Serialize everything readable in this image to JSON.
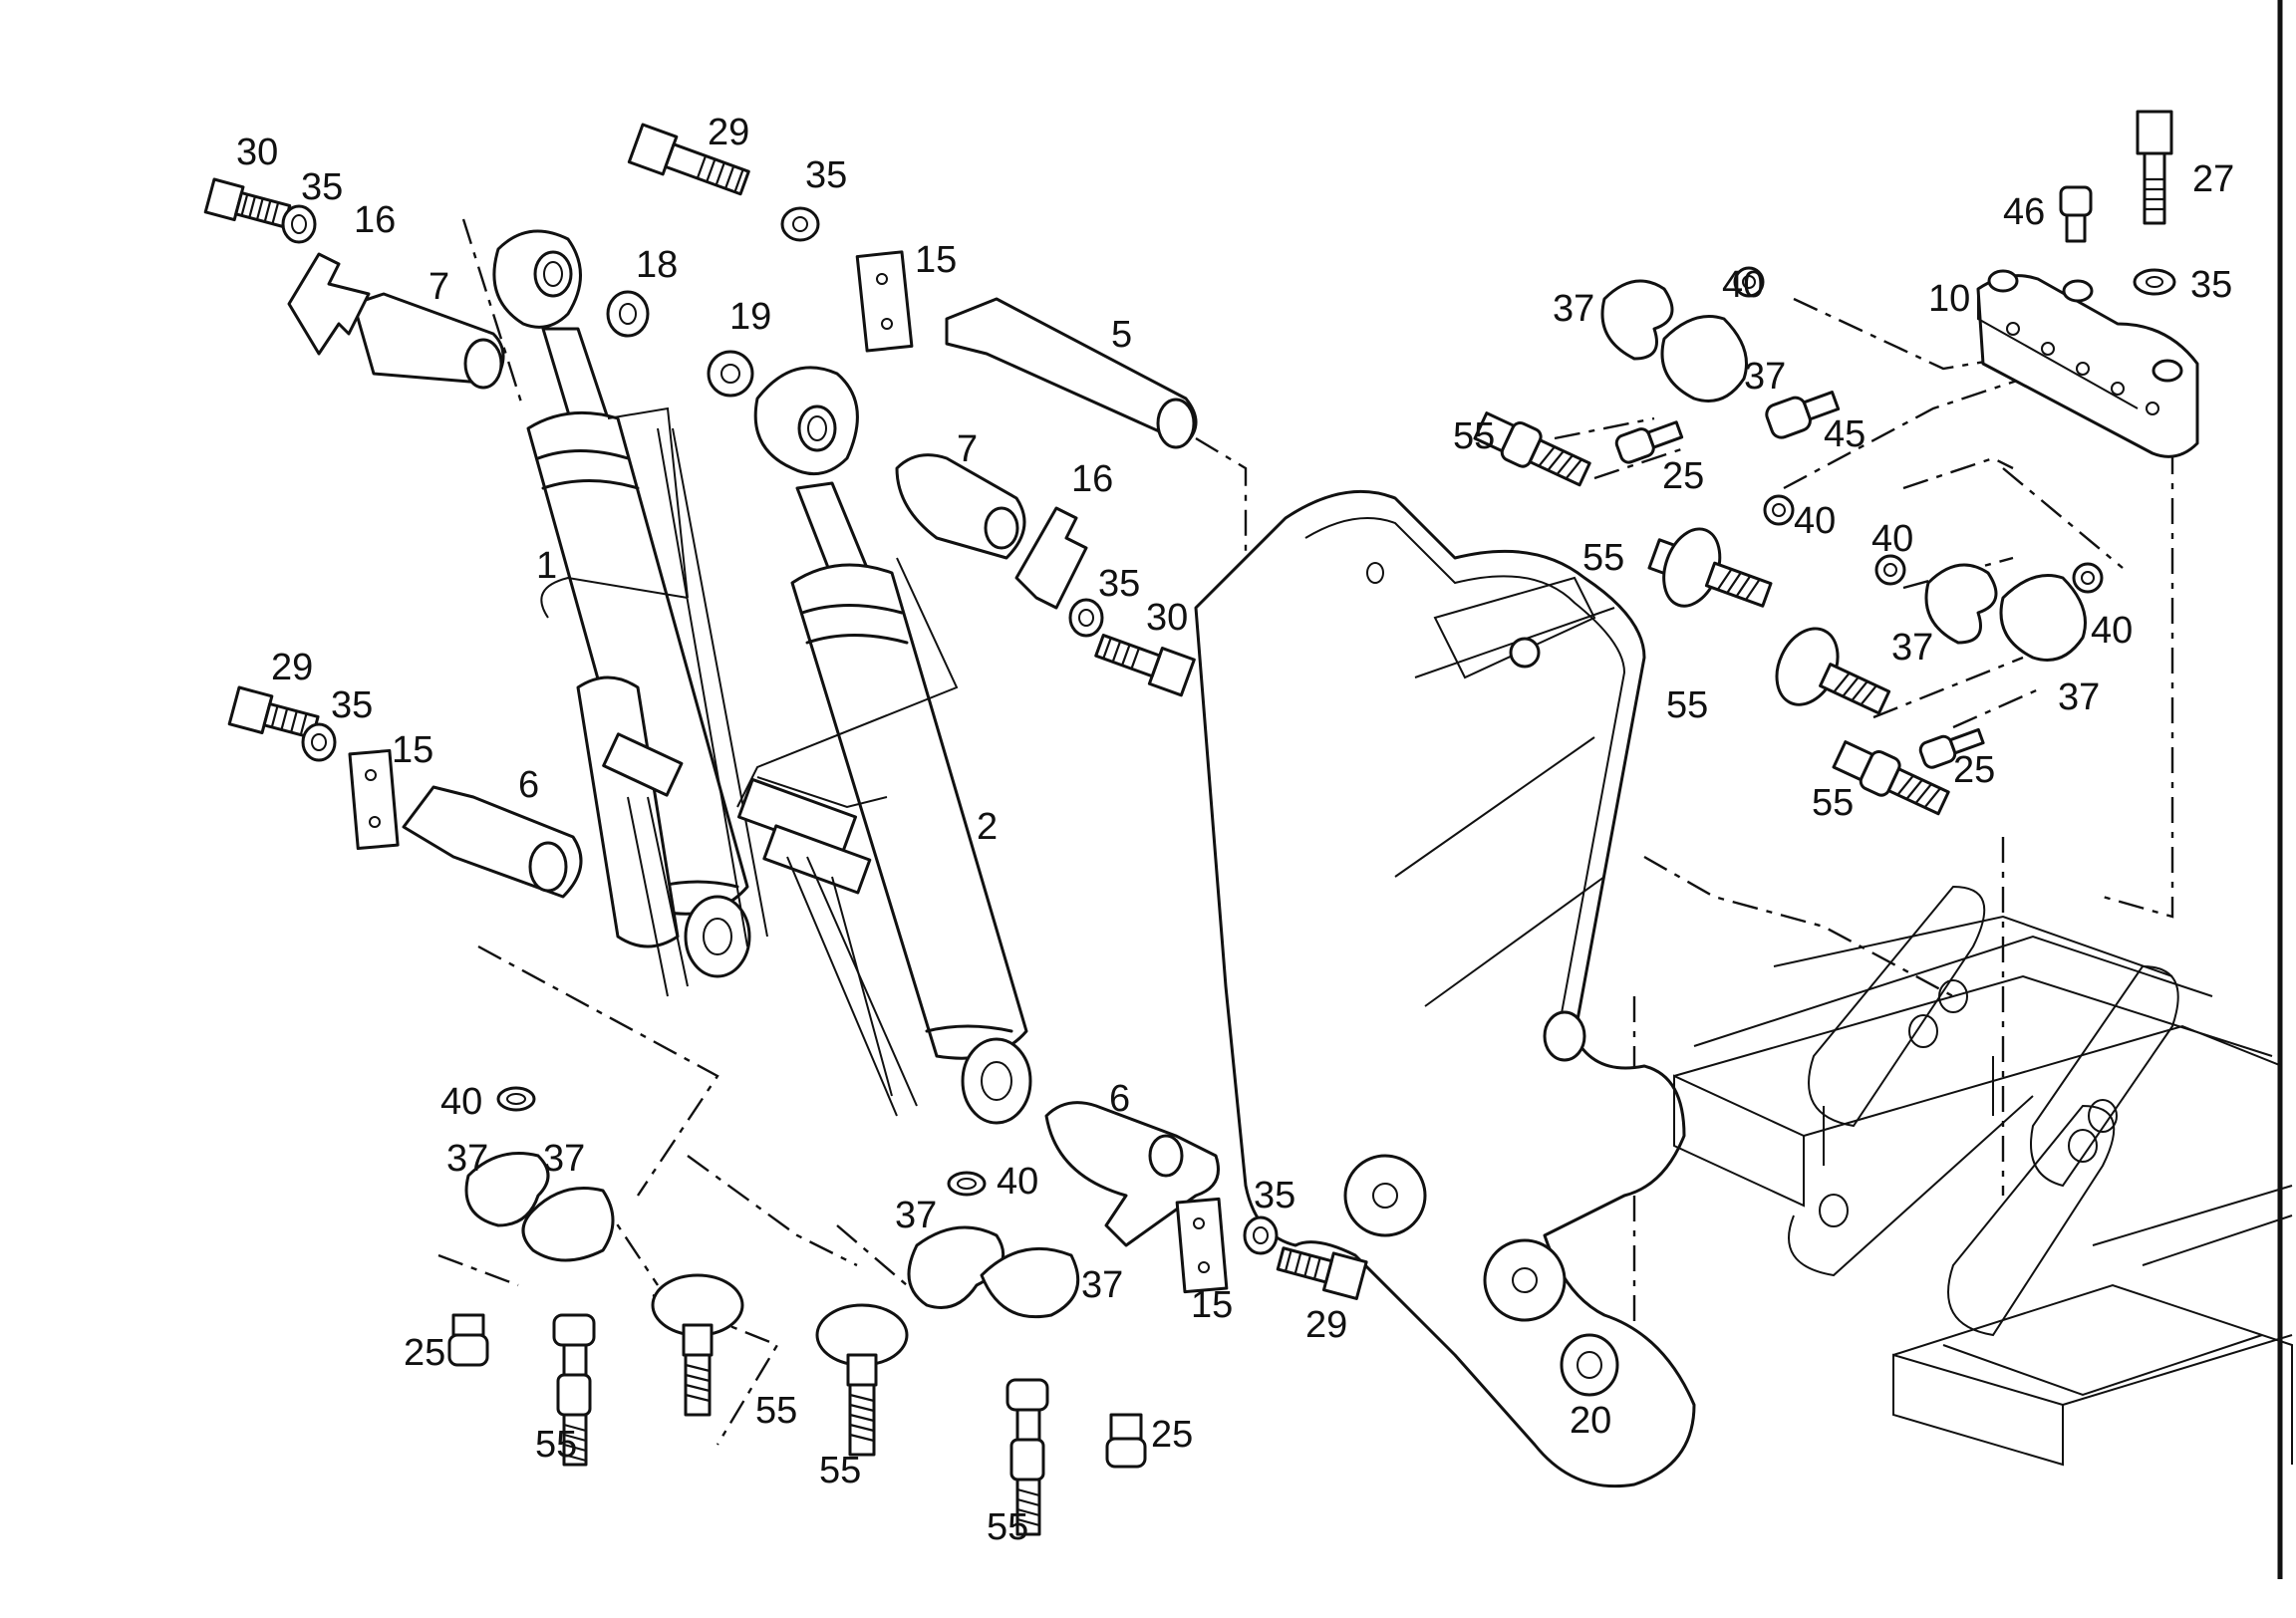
{
  "labels": [
    {
      "id": "l30a",
      "text": "30"
    },
    {
      "id": "l35a",
      "text": "35"
    },
    {
      "id": "l16a",
      "text": "16"
    },
    {
      "id": "l7a",
      "text": "7"
    },
    {
      "id": "l18",
      "text": "18"
    },
    {
      "id": "l29a",
      "text": "29"
    },
    {
      "id": "l35b",
      "text": "35"
    },
    {
      "id": "l15a",
      "text": "15"
    },
    {
      "id": "l19",
      "text": "19"
    },
    {
      "id": "l5",
      "text": "5"
    },
    {
      "id": "l7b",
      "text": "7"
    },
    {
      "id": "l16b",
      "text": "16"
    },
    {
      "id": "l35c",
      "text": "35"
    },
    {
      "id": "l30b",
      "text": "30"
    },
    {
      "id": "l1",
      "text": "1"
    },
    {
      "id": "l2",
      "text": "2"
    },
    {
      "id": "l29b",
      "text": "29"
    },
    {
      "id": "l35d",
      "text": "35"
    },
    {
      "id": "l15b",
      "text": "15"
    },
    {
      "id": "l6a",
      "text": "6"
    },
    {
      "id": "l40a",
      "text": "40"
    },
    {
      "id": "l37a",
      "text": "37"
    },
    {
      "id": "l37b",
      "text": "37"
    },
    {
      "id": "l25a",
      "text": "25"
    },
    {
      "id": "l55a",
      "text": "55"
    },
    {
      "id": "l55b",
      "text": "55"
    },
    {
      "id": "l6b",
      "text": "6"
    },
    {
      "id": "l40b",
      "text": "40"
    },
    {
      "id": "l37c",
      "text": "37"
    },
    {
      "id": "l37d",
      "text": "37"
    },
    {
      "id": "l55c",
      "text": "55"
    },
    {
      "id": "l55d",
      "text": "55"
    },
    {
      "id": "l25b",
      "text": "25"
    },
    {
      "id": "l35e",
      "text": "35"
    },
    {
      "id": "l15c",
      "text": "15"
    },
    {
      "id": "l29c",
      "text": "29"
    },
    {
      "id": "l20",
      "text": "20"
    },
    {
      "id": "l27",
      "text": "27"
    },
    {
      "id": "l46",
      "text": "46"
    },
    {
      "id": "l35f",
      "text": "35"
    },
    {
      "id": "l10",
      "text": "10"
    },
    {
      "id": "l40c",
      "text": "40"
    },
    {
      "id": "l37e",
      "text": "37"
    },
    {
      "id": "l37f",
      "text": "37"
    },
    {
      "id": "l55e",
      "text": "55"
    },
    {
      "id": "l25c",
      "text": "25"
    },
    {
      "id": "l45",
      "text": "45"
    },
    {
      "id": "l40d",
      "text": "40"
    },
    {
      "id": "l55f",
      "text": "55"
    },
    {
      "id": "l40e",
      "text": "40"
    },
    {
      "id": "l40f",
      "text": "40"
    },
    {
      "id": "l37g",
      "text": "37"
    },
    {
      "id": "l55g",
      "text": "55"
    },
    {
      "id": "l37h",
      "text": "37"
    },
    {
      "id": "l55h",
      "text": "55"
    },
    {
      "id": "l25d",
      "text": "25"
    }
  ]
}
